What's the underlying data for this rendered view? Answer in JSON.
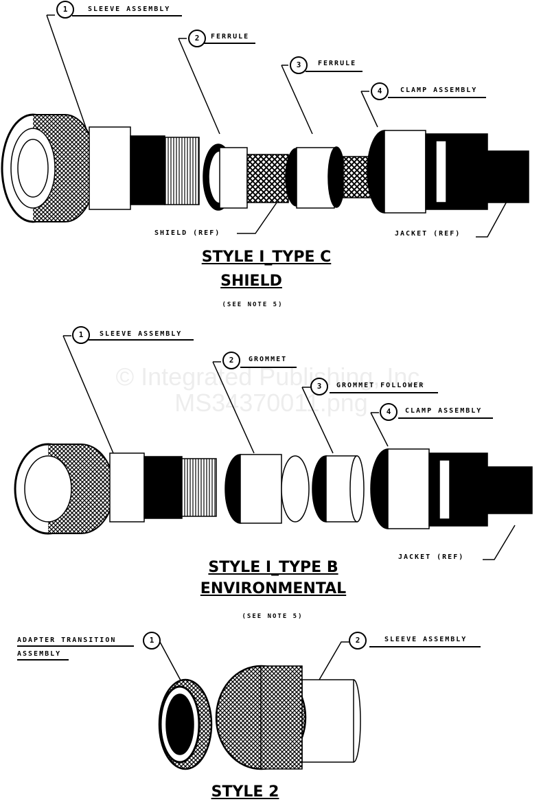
{
  "watermark": "© Integrated Publishing, Inc. MS34370011.png",
  "section1": {
    "callouts": [
      {
        "number": "1",
        "label": "SLEEVE ASSEMBLY"
      },
      {
        "number": "2",
        "label": "FERRULE"
      },
      {
        "number": "3",
        "label": "FERRULE"
      },
      {
        "number": "4",
        "label": "CLAMP ASSEMBLY"
      }
    ],
    "ref_labels": [
      "SHIELD (REF)",
      "JACKET (REF)"
    ],
    "title": "STYLE I_TYPE C",
    "subtitle": "SHIELD",
    "note": "(SEE NOTE 5)"
  },
  "section2": {
    "callouts": [
      {
        "number": "1",
        "label": "SLEEVE ASSEMBLY"
      },
      {
        "number": "2",
        "label": "GROMMET"
      },
      {
        "number": "3",
        "label": "GROMMET FOLLOWER"
      },
      {
        "number": "4",
        "label": "CLAMP ASSEMBLY"
      }
    ],
    "ref_labels": [
      "JACKET (REF)"
    ],
    "title": "STYLE I_TYPE B",
    "subtitle": "ENVIRONMENTAL",
    "note": "(SEE NOTE 5)"
  },
  "section3": {
    "callouts": [
      {
        "number": "1",
        "label_line1": "ADAPTER TRANSITION",
        "label_line2": "ASSEMBLY"
      },
      {
        "number": "2",
        "label": "SLEEVE ASSEMBLY"
      }
    ],
    "title": "STYLE 2"
  }
}
